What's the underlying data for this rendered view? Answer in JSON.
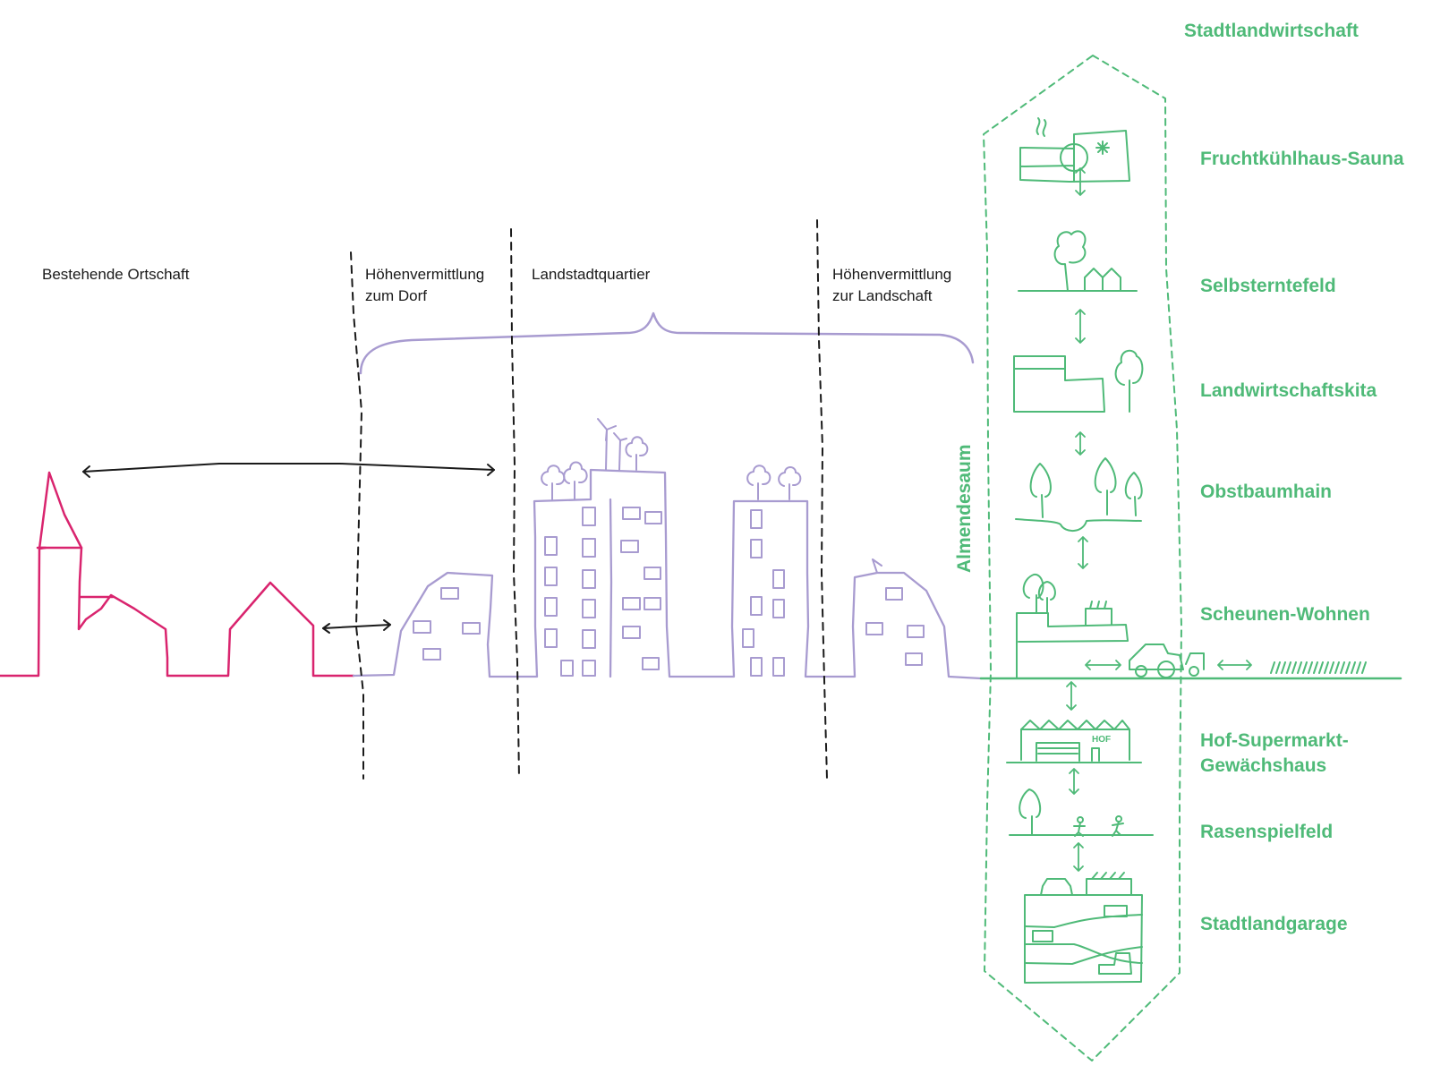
{
  "zones": {
    "existing_village": "Bestehende Ortschaft",
    "transition_village": "Höhenvermittlung\nzum Dorf",
    "quarter": "Landstadtquartier",
    "transition_landscape": "Höhenvermittlung\nzur Landschaft"
  },
  "fringe_label": "Almendesaum",
  "column": {
    "title": "Stadtlandwirtschaft",
    "items": [
      {
        "label": "Fruchtkühlhaus-Sauna",
        "icon": "cooling-sauna-icon"
      },
      {
        "label": "Selbsterntefeld",
        "icon": "harvest-field-icon"
      },
      {
        "label": "Landwirtschaftskita",
        "icon": "farm-kindergarten-icon"
      },
      {
        "label": "Obstbaumhain",
        "icon": "orchard-icon"
      },
      {
        "label": "Scheunen-Wohnen",
        "icon": "barn-living-icon"
      },
      {
        "label": "Hof-Supermarkt-\nGewächshaus",
        "icon": "greenhouse-market-icon"
      },
      {
        "label": "Rasenspielfeld",
        "icon": "lawn-field-icon"
      },
      {
        "label": "Stadtlandgarage",
        "icon": "garage-icon"
      }
    ]
  },
  "hof_sign": "HOF",
  "colors": {
    "village": "#d9246e",
    "quarter": "#a89bd0",
    "agriculture": "#4fba78",
    "lines": "#1a1a1a"
  }
}
